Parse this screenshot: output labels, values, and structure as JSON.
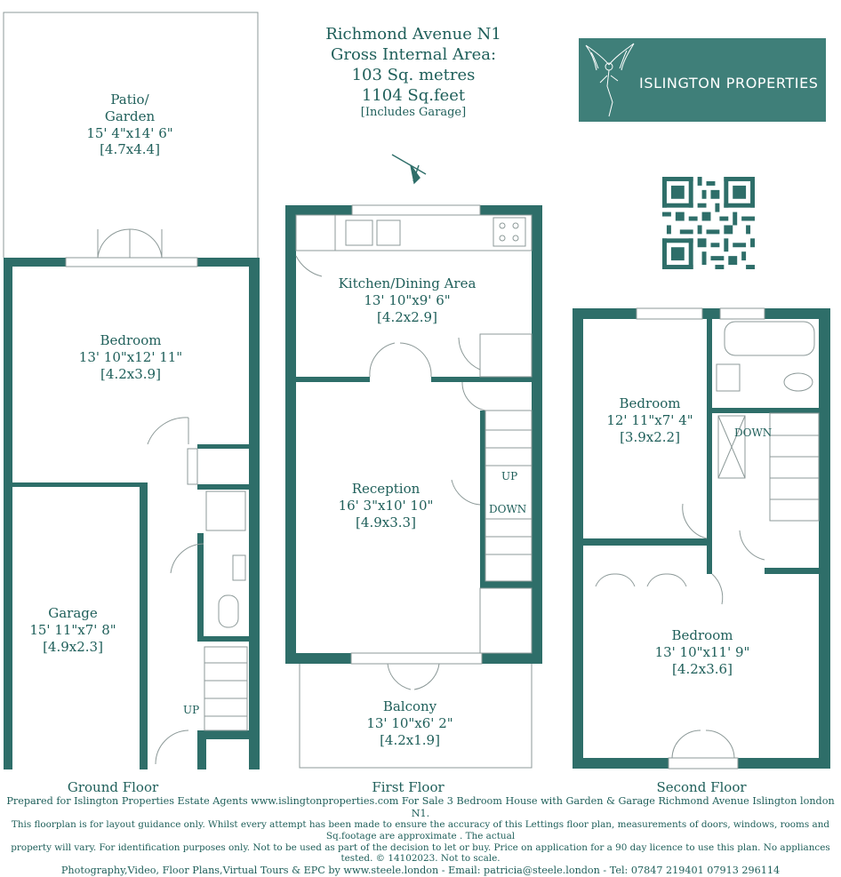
{
  "header": {
    "address": "Richmond Avenue N1",
    "gia_label": "Gross Internal Area:",
    "sq_metres": "103 Sq. metres",
    "sq_feet": "1104 Sq.feet",
    "note": "[Includes Garage]"
  },
  "logo": {
    "name": "ISLINGTON PROPERTIES",
    "icon": "angel-emblem-icon"
  },
  "qr": {
    "icon": "qr-code-icon"
  },
  "compass": {
    "icon": "compass-arrow-icon"
  },
  "colors": {
    "wall": "#2e6e69",
    "brand": "#3f7f79",
    "text": "#1f5f5a",
    "line": "#9aa6a5"
  },
  "floors": {
    "ground": {
      "title": "Ground Floor",
      "rooms": [
        {
          "name": "Patio/",
          "name2": "Garden",
          "imperial": "15' 4\"x14' 6\"",
          "metric": "[4.7x4.4]"
        },
        {
          "name": "Bedroom",
          "imperial": "13' 10\"x12' 11\"",
          "metric": "[4.2x3.9]"
        },
        {
          "name": "Garage",
          "imperial": "15' 11\"x7' 8\"",
          "metric": "[4.9x2.3]"
        }
      ],
      "stairs_label": "UP"
    },
    "first": {
      "title": "First Floor",
      "rooms": [
        {
          "name": "Kitchen/Dining Area",
          "imperial": "13' 10\"x9' 6\"",
          "metric": "[4.2x2.9]"
        },
        {
          "name": "Reception",
          "imperial": "16' 3\"x10' 10\"",
          "metric": "[4.9x3.3]"
        },
        {
          "name": "Balcony",
          "imperial": "13' 10\"x6' 2\"",
          "metric": "[4.2x1.9]"
        }
      ],
      "stairs_up": "UP",
      "stairs_down": "DOWN"
    },
    "second": {
      "title": "Second Floor",
      "rooms": [
        {
          "name": "Bedroom",
          "imperial": "12' 11\"x7' 4\"",
          "metric": "[3.9x2.2]"
        },
        {
          "name": "Bedroom",
          "imperial": "13' 10\"x11' 9\"",
          "metric": "[4.2x3.6]"
        }
      ],
      "stairs_down": "DOWN"
    }
  },
  "footer": {
    "line1": "Prepared for Islington Properties  Estate Agents  www.islingtonproperties.com  For Sale 3 Bedroom House with Garden & Garage Richmond Avenue Islington london N1.",
    "line2": "This floorplan is for layout guidance only. Whilst every attempt has been made to ensure the accuracy of this  Lettings floor plan, measurements of doors, windows, rooms and Sq.footage are approximate  . The actual",
    "line3": "property will vary. For identification purposes only. Not to be used as part of the decision to  let or buy. Price on application for a 90 day licence to use this plan. No appliances tested. © 14102023. Not to scale.",
    "line4": "Photography,Video, Floor Plans,Virtual Tours & EPC by    www.steele.london - Email: patricia@steele.london - Tel: 07847 219401   07913 296114"
  }
}
